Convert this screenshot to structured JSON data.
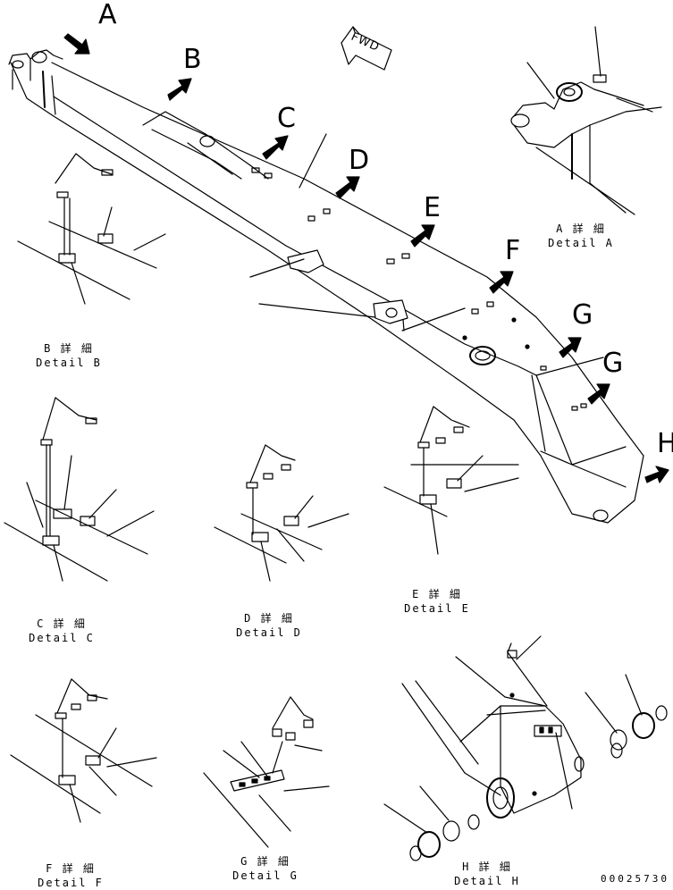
{
  "view_letters": {
    "a": "A",
    "b": "B",
    "c": "C",
    "d": "D",
    "e": "E",
    "f": "F",
    "g1": "G",
    "g2": "G",
    "h": "H"
  },
  "direction_label": "FWD",
  "details": {
    "a": {
      "jp": "A 詳 細",
      "en": "Detail A"
    },
    "b": {
      "jp": "B 詳 細",
      "en": "Detail B"
    },
    "c": {
      "jp": "C 詳 細",
      "en": "Detail C"
    },
    "d": {
      "jp": "D 詳 細",
      "en": "Detail D"
    },
    "e": {
      "jp": "E 詳 細",
      "en": "Detail E"
    },
    "f": {
      "jp": "F 詳 細",
      "en": "Detail F"
    },
    "g": {
      "jp": "G 詳 細",
      "en": "Detail G"
    },
    "h": {
      "jp": "H 詳 細",
      "en": "Detail H"
    }
  },
  "part_number": "00025730",
  "colors": {
    "line": "#000000",
    "background": "#ffffff"
  }
}
